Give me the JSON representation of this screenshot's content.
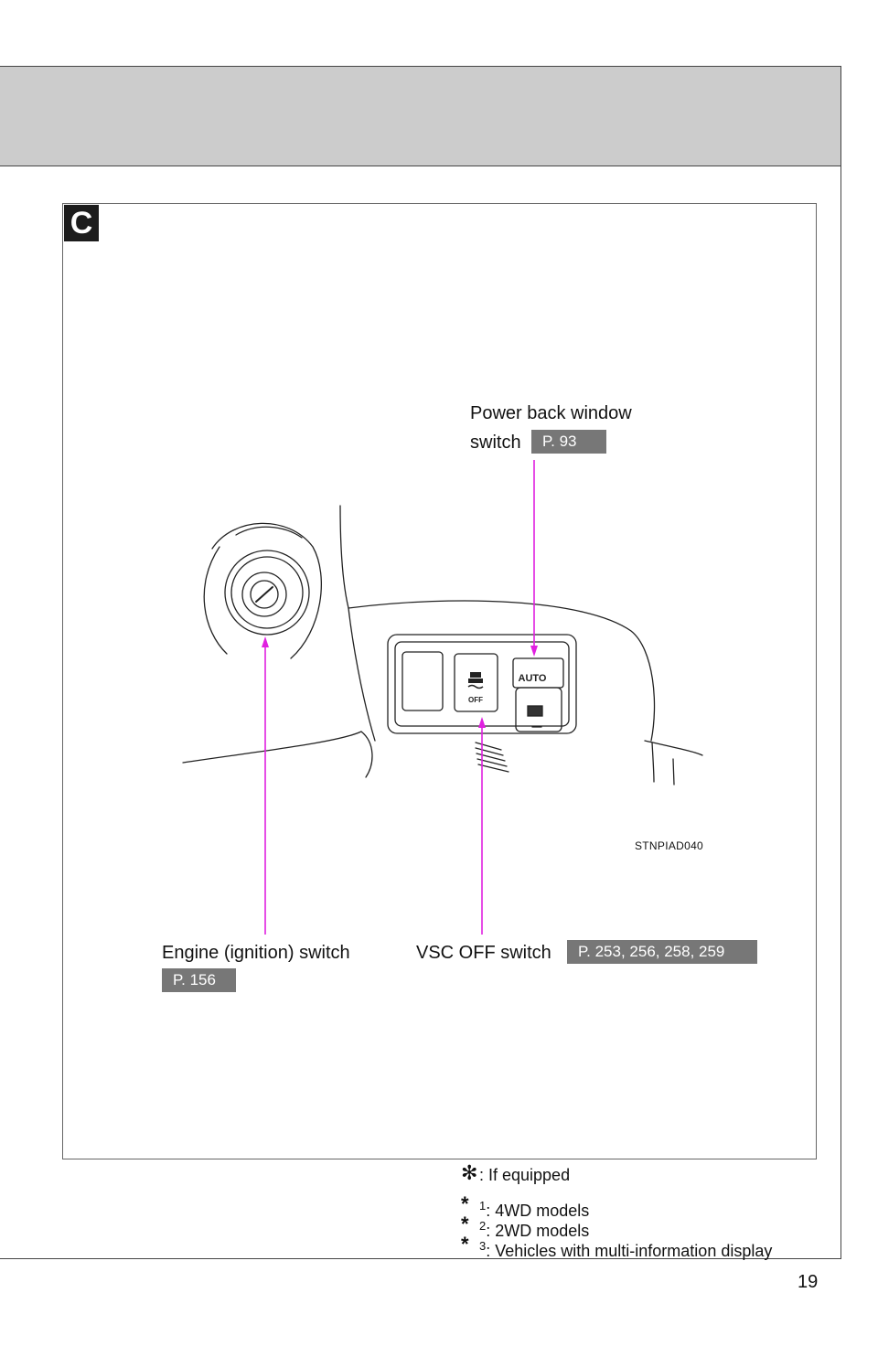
{
  "section": {
    "tag": "C"
  },
  "callouts": {
    "power_back_window": {
      "line1": "Power back window",
      "line2": "switch",
      "ref": "P. 93"
    },
    "engine_switch": {
      "label": "Engine (ignition) switch",
      "ref": "P. 156"
    },
    "vsc_off_switch": {
      "label": "VSC OFF switch",
      "ref": "P. 253, 256, 258, 259"
    }
  },
  "illustration": {
    "code": "STNPIAD040",
    "auto_label": "AUTO",
    "off_label": "OFF",
    "leader_color": "#e020e0"
  },
  "footnotes": {
    "if_equipped": ": If equipped",
    "n1": {
      "mark": "1",
      "text": ": 4WD models"
    },
    "n2": {
      "mark": "2",
      "text": ": 2WD models"
    },
    "n3": {
      "mark": "3",
      "text": ": Vehicles with multi-information display"
    }
  },
  "page_number": "19"
}
